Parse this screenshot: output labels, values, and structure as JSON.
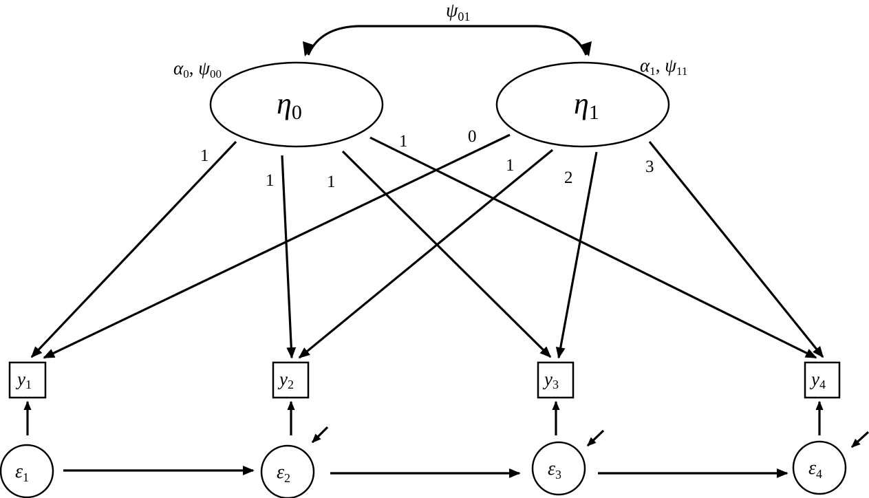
{
  "diagram": {
    "type": "latent growth curve model (path diagram)",
    "covariance": {
      "from": "eta0",
      "to": "eta1",
      "label_sym": "ψ",
      "label_sub": "01"
    },
    "latent_factors": [
      {
        "id": "eta0",
        "sym": "η",
        "sub": "0",
        "params": [
          {
            "sym": "α",
            "sub": "0"
          },
          {
            "sym": "ψ",
            "sub": "00"
          }
        ]
      },
      {
        "id": "eta1",
        "sym": "η",
        "sub": "1",
        "params": [
          {
            "sym": "α",
            "sub": "1"
          },
          {
            "sym": "ψ",
            "sub": "11"
          }
        ]
      }
    ],
    "observed": [
      {
        "id": "y1",
        "sym": "y",
        "sub": "1"
      },
      {
        "id": "y2",
        "sym": "y",
        "sub": "2"
      },
      {
        "id": "y3",
        "sym": "y",
        "sub": "3"
      },
      {
        "id": "y4",
        "sym": "y",
        "sub": "4"
      }
    ],
    "errors": [
      {
        "id": "e1",
        "sym": "ε",
        "sub": "1",
        "disturbance": false
      },
      {
        "id": "e2",
        "sym": "ε",
        "sub": "2",
        "disturbance": true
      },
      {
        "id": "e3",
        "sym": "ε",
        "sub": "3",
        "disturbance": true
      },
      {
        "id": "e4",
        "sym": "ε",
        "sub": "4",
        "disturbance": true
      }
    ],
    "loadings": [
      {
        "from": "eta0",
        "to": "y1",
        "label": "1"
      },
      {
        "from": "eta0",
        "to": "y2",
        "label": "1"
      },
      {
        "from": "eta0",
        "to": "y3",
        "label": "1"
      },
      {
        "from": "eta0",
        "to": "y4",
        "label": "1"
      },
      {
        "from": "eta1",
        "to": "y1",
        "label": "0"
      },
      {
        "from": "eta1",
        "to": "y2",
        "label": "1"
      },
      {
        "from": "eta1",
        "to": "y3",
        "label": "2"
      },
      {
        "from": "eta1",
        "to": "y4",
        "label": "3"
      }
    ],
    "error_paths": [
      {
        "from": "e1",
        "to": "y1"
      },
      {
        "from": "e2",
        "to": "y2"
      },
      {
        "from": "e3",
        "to": "y3"
      },
      {
        "from": "e4",
        "to": "y4"
      }
    ],
    "autoregressive_paths": [
      {
        "from": "e1",
        "to": "e2"
      },
      {
        "from": "e2",
        "to": "e3"
      },
      {
        "from": "e3",
        "to": "e4"
      }
    ]
  }
}
